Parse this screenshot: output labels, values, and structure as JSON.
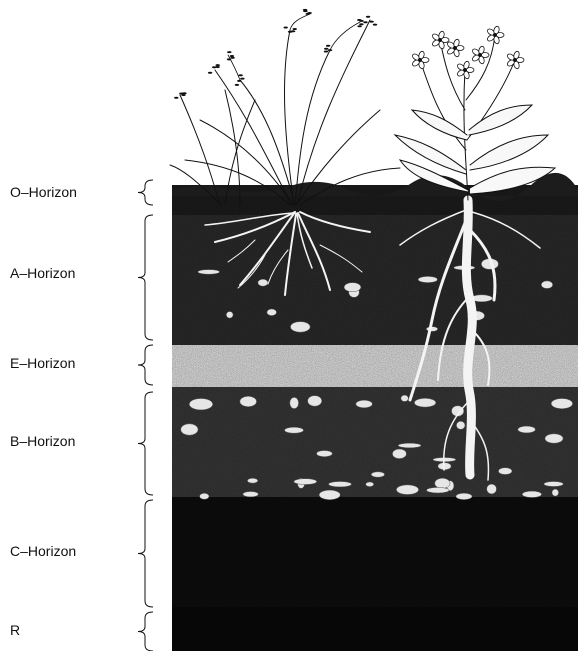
{
  "diagram": {
    "horizons": [
      {
        "id": "O",
        "label": "O–Horizon"
      },
      {
        "id": "A",
        "label": "A–Horizon"
      },
      {
        "id": "E",
        "label": "E–Horizon"
      },
      {
        "id": "B",
        "label": "B–Horizon"
      },
      {
        "id": "C",
        "label": "C–Horizon"
      },
      {
        "id": "R",
        "label": "R"
      }
    ],
    "colors": {
      "ink": "#111111",
      "o_layer": "#1c1c1c",
      "a_layer": "#2a2a2a",
      "e_layer": "#dcdcdc",
      "b_layer": "#353535",
      "c_layer": "#0c0c0c",
      "r_layer": "#080808",
      "root": "#f4f4f4",
      "stone": "#e6e6e6"
    },
    "icons": [
      "grass-plant-icon",
      "flowering-plant-icon",
      "taproot-icon",
      "fibrous-roots-icon"
    ]
  }
}
